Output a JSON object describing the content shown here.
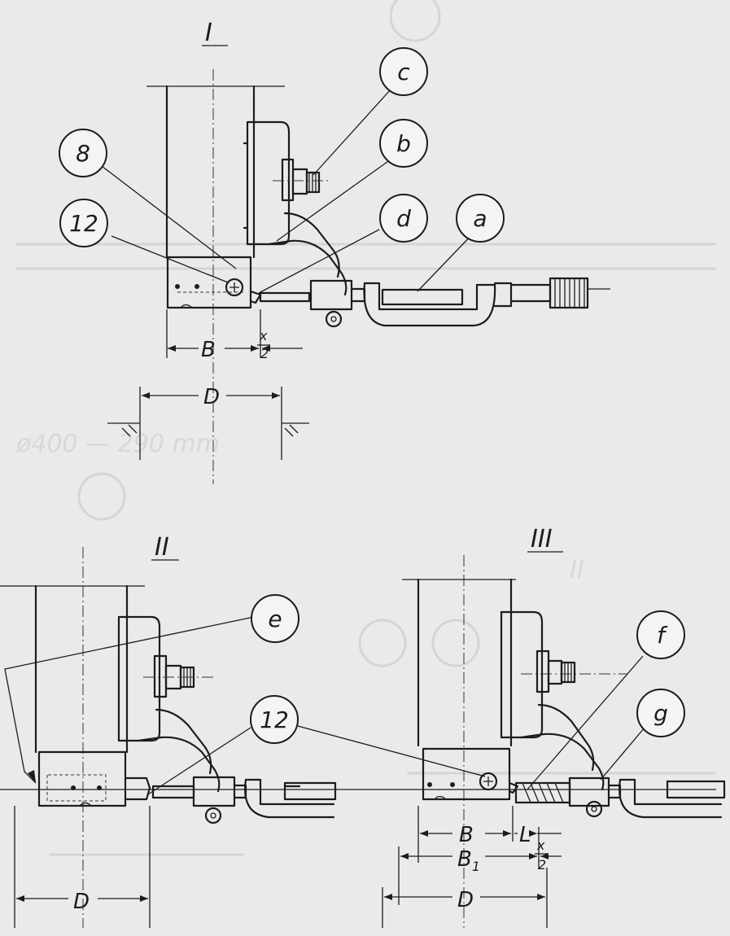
{
  "views": {
    "view_1": "I",
    "view_2": "II",
    "view_3": "III"
  },
  "callouts": {
    "a": "a",
    "b": "b",
    "c": "c",
    "d": "d",
    "e": "e",
    "f": "f",
    "g": "g",
    "num_8": "8",
    "num_12": "12"
  },
  "dimensions": {
    "B": "B",
    "B1_base": "B",
    "B1_sub": "1",
    "D": "D",
    "L": "L",
    "x_num": "x",
    "x_den": "2"
  },
  "colors": {
    "paper": "#e9ebe9",
    "ink": "#1c1c1c"
  }
}
